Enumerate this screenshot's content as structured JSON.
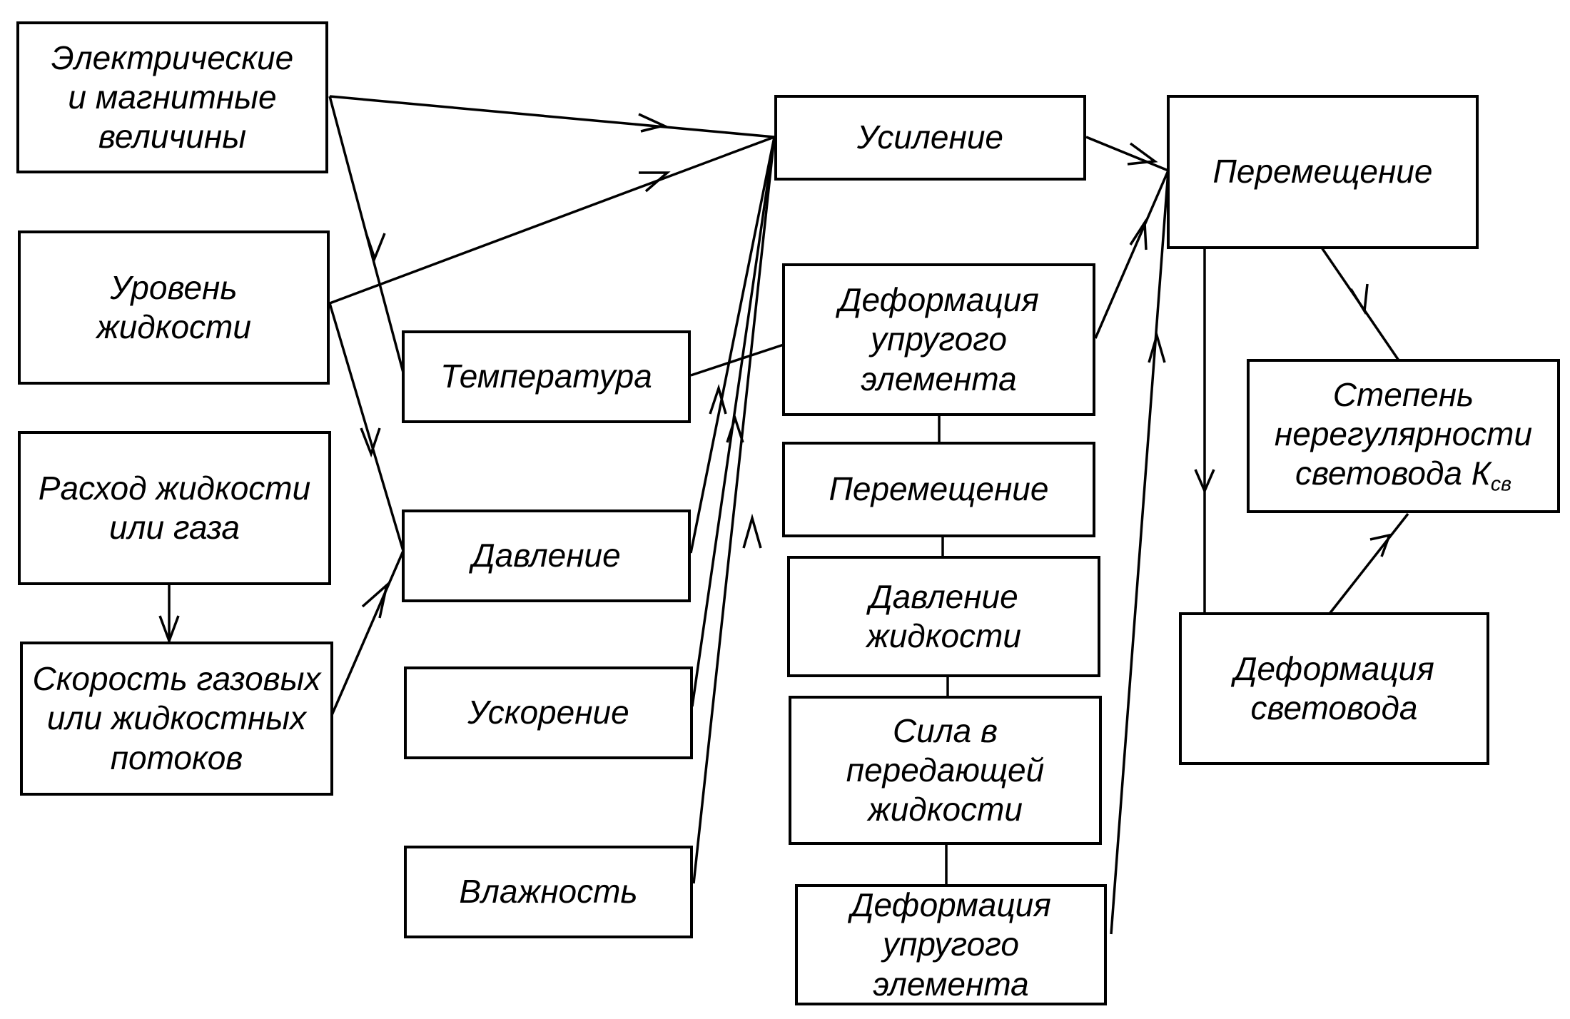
{
  "boxes": {
    "electric": "Электрические\nи магнитные\nвеличины",
    "level": "Уровень\nжидкости",
    "flow_rate": "Расход жидкости\nили газа",
    "flow_speed": "Скорость газовых\nили жидкостных\nпотоков",
    "temperature": "Температура",
    "pressure": "Давление",
    "acceleration": "Ускорение",
    "humidity": "Влажность",
    "amplification": "Усиление",
    "elastic_deform_1": "Деформация\nупругого\nэлемента",
    "displacement_mid": "Перемещение",
    "fluid_pressure": "Давление\nжидкости",
    "force_fluid": "Сила в\nпередающей\nжидкости",
    "elastic_deform_2": "Деформация\nупругого\nэлемента",
    "displacement_right": "Перемещение",
    "irregularity_text": "Степень\nнерегулярности\nсветовода К",
    "irregularity_sub": "св",
    "fiber_deform": "Деформация\nсветовода"
  }
}
